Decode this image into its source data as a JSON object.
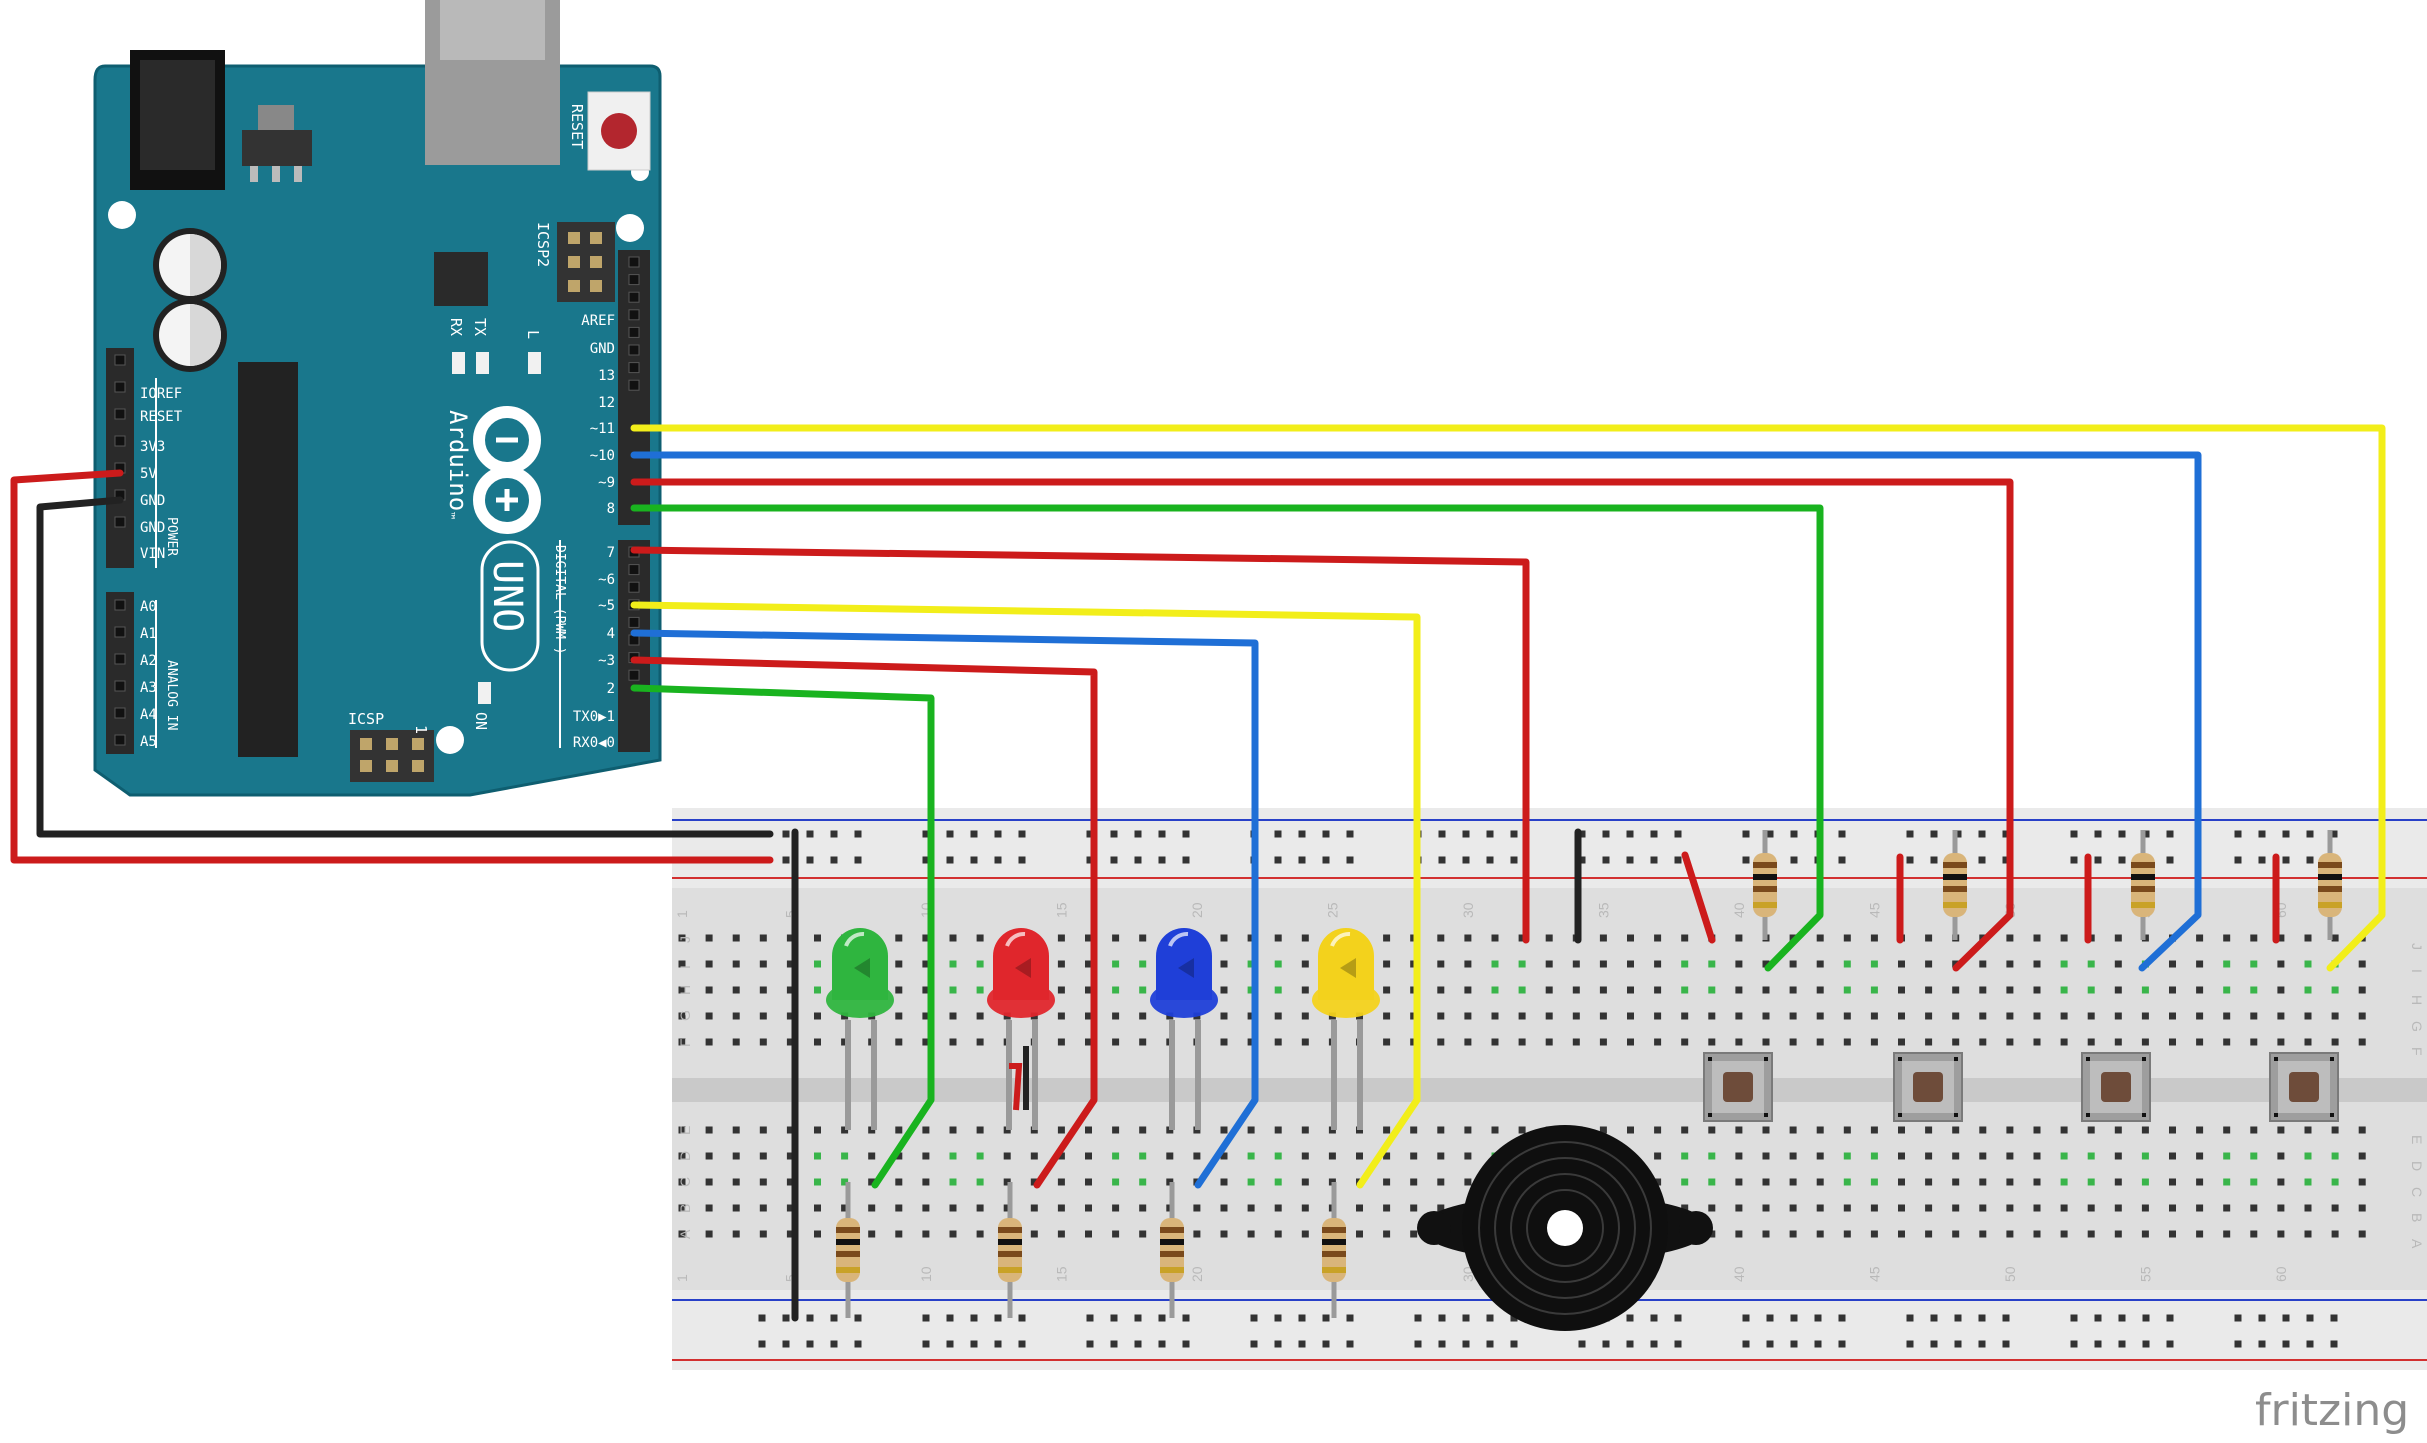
{
  "board": {
    "reset_label": "RESET",
    "icsp2_label": "ICSP2",
    "icsp_label": "ICSP",
    "icsp_one": "1",
    "tx_label": "TX",
    "rx_label": "RX",
    "l_label": "L",
    "on_label": "ON",
    "brand_name": "Arduino",
    "trademark": "™",
    "model": "UNO",
    "digital_label": "DIGITAL (PWM~)",
    "power_label": "POWER",
    "analog_label": "ANALOG IN",
    "digital_pins": [
      "AREF",
      "GND",
      "13",
      "12",
      "~11",
      "~10",
      "~9",
      "8",
      "7",
      "~6",
      "~5",
      "4",
      "~3",
      "2",
      "TX0▶1",
      "RX0◀0"
    ],
    "power_pins": [
      "IOREF",
      "RESET",
      "3V3",
      "5V",
      "GND",
      "GND",
      "VIN"
    ],
    "analog_pins": [
      "A0",
      "A1",
      "A2",
      "A3",
      "A4",
      "A5"
    ]
  },
  "breadboard": {
    "column_numbers": [
      "1",
      "5",
      "10",
      "15",
      "20",
      "25",
      "30",
      "35",
      "40",
      "45",
      "50",
      "55",
      "60"
    ],
    "top_row_letters": [
      "J",
      "I",
      "H",
      "G",
      "F"
    ],
    "bottom_row_letters": [
      "E",
      "D",
      "C",
      "B",
      "A"
    ]
  },
  "components": {
    "leds": [
      {
        "color": "green",
        "hex": "#2fb53f"
      },
      {
        "color": "red",
        "hex": "#e0262c"
      },
      {
        "color": "blue",
        "hex": "#1f3fd8"
      },
      {
        "color": "yellow",
        "hex": "#f3d21c"
      }
    ],
    "button_count": 4,
    "resistor_count": 8,
    "buzzer_count": 1
  },
  "wire_colors": {
    "red": "#cc1b1b",
    "black": "#222222",
    "yellow": "#f2ee1a",
    "blue": "#1f6fd6",
    "green": "#19b31f"
  },
  "colors": {
    "pcb": "#19778c",
    "pcb_edge": "#0e5e70"
  },
  "footer": {
    "brand": "fritzing"
  }
}
